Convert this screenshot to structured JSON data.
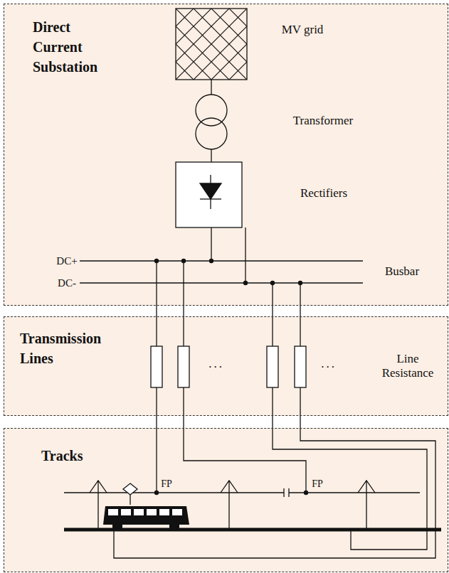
{
  "diagram": {
    "nodes": [
      {
        "text": [
          "Direct Current Substation"
        ]
      },
      {
        "text": [
          "Transmission Lines"
        ]
      },
      {
        "text": [
          "Tracks"
        ]
      }
    ],
    "labels": [
      "MV grid",
      "Transformer",
      "Rectifiers",
      "DC+",
      "DC-",
      "Busbar",
      "Line Resistance",
      "...",
      "...",
      "FP",
      "FP"
    ]
  }
}
